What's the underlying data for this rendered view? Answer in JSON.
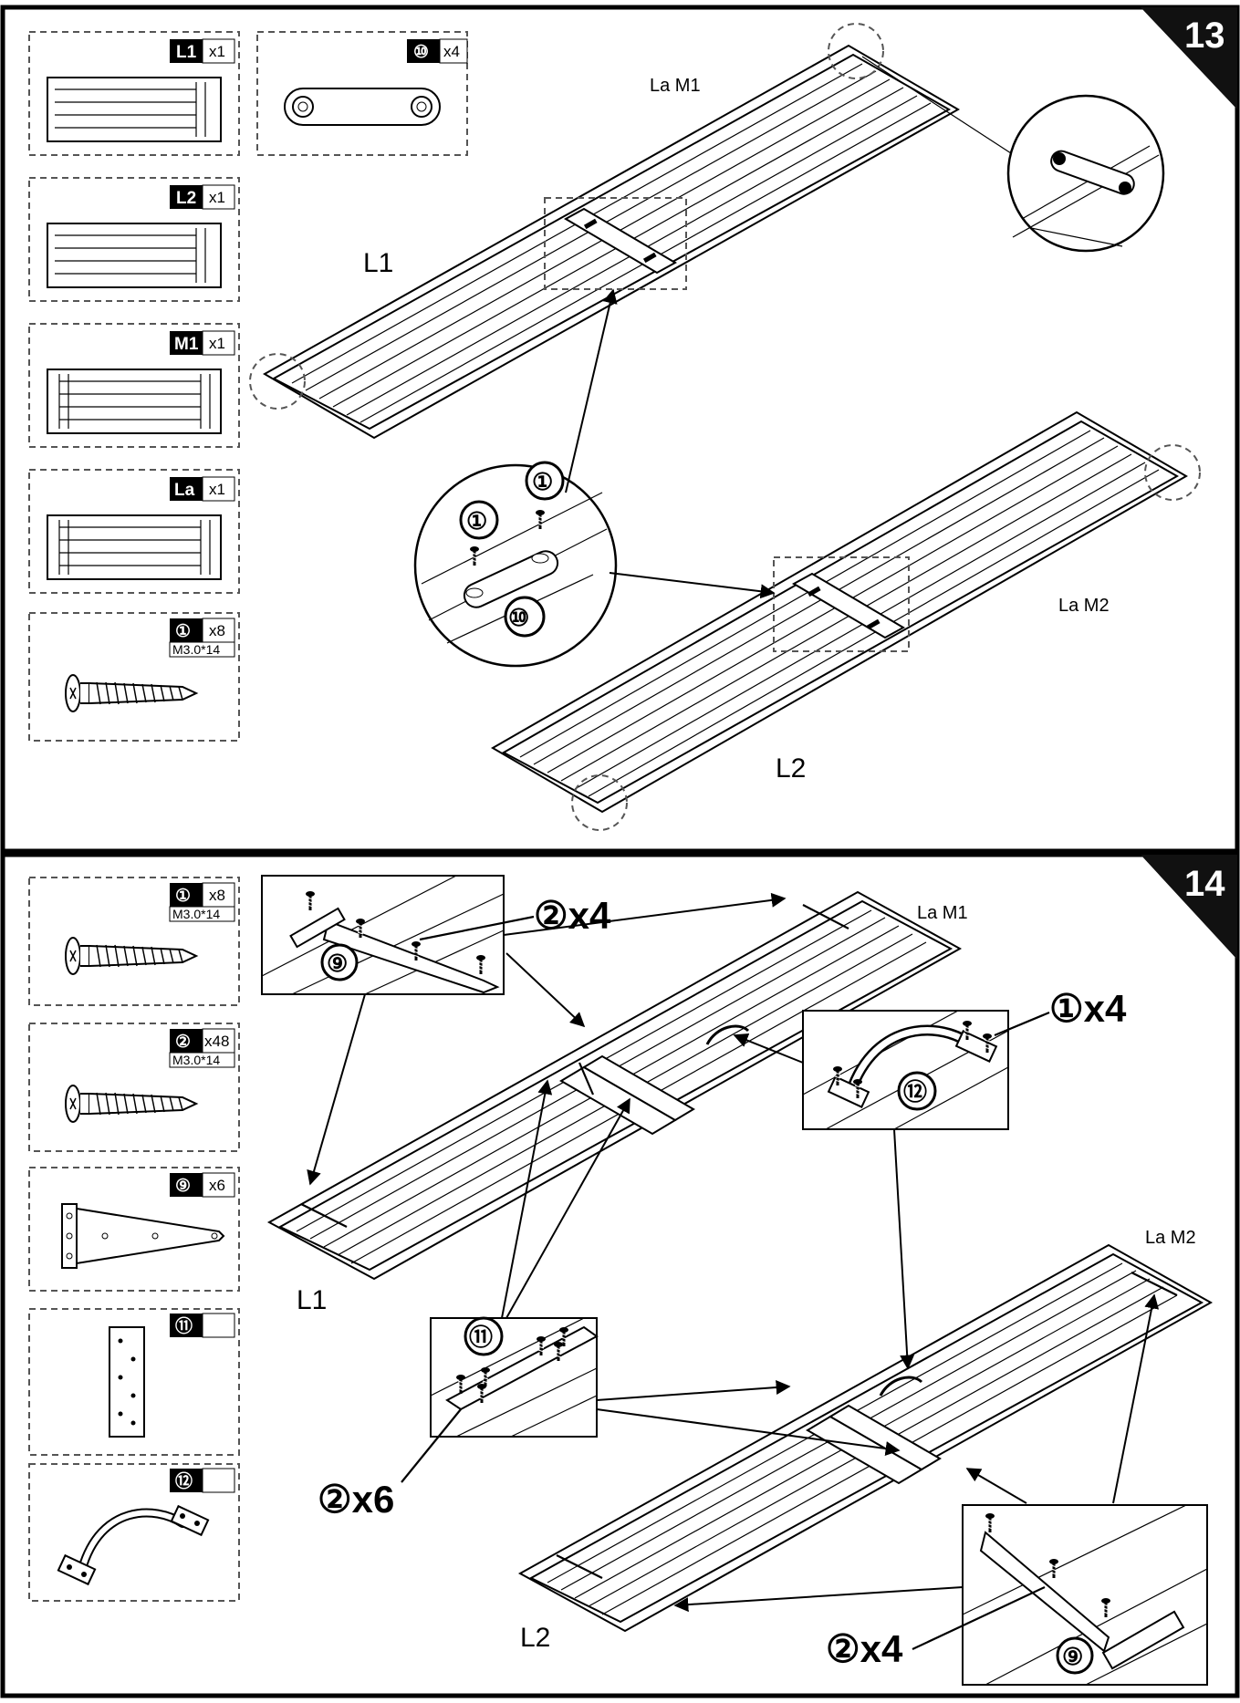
{
  "steps": [
    {
      "number": "13",
      "parts": [
        {
          "code": "L1",
          "qty": "x1"
        },
        {
          "code": "⑩",
          "qty": "x4"
        },
        {
          "code": "L2",
          "qty": "x1"
        },
        {
          "code": "M1",
          "qty": "x1"
        },
        {
          "code": "La",
          "qty": "x1"
        },
        {
          "code": "①",
          "qty": "x8",
          "spec": "M3.0*14"
        }
      ],
      "labels": {
        "la_m1": "La  M1",
        "l1": "L1",
        "la_m2": "La  M2",
        "l2": "L2"
      },
      "callout": {
        "screw_a": "①",
        "screw_b": "①",
        "plate": "⑩"
      }
    },
    {
      "number": "14",
      "parts": [
        {
          "code": "①",
          "qty": "x8",
          "spec": "M3.0*14"
        },
        {
          "code": "②",
          "qty": "x48",
          "spec": "M3.0*14"
        },
        {
          "code": "⑨",
          "qty": "x6"
        },
        {
          "code": "⑪",
          "qty": ""
        },
        {
          "code": "⑫",
          "qty": ""
        }
      ],
      "labels": {
        "la_m1": "La  M1",
        "l1": "L1",
        "la_m2": "La  M2",
        "l2": "L2"
      },
      "callouts": {
        "hinge_top_screws": "②x4",
        "hinge_top_part": "⑨",
        "handle_screws": "①x4",
        "handle_part": "⑫",
        "plate_part": "⑪",
        "plate_screws": "②x6",
        "hinge_bottom_screws": "②x4",
        "hinge_bottom_part": "⑨"
      }
    }
  ]
}
